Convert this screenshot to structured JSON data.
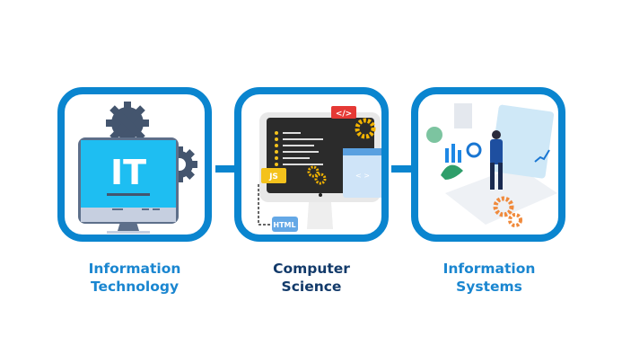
{
  "colors": {
    "accent": "#0a85cf",
    "it_label": "#1a86d0",
    "cs_label": "#123a6a",
    "is_label": "#1a86d0"
  },
  "items": [
    {
      "title_line1": "Information",
      "title_line2": "Technology",
      "icon": "it-monitor-gears-icon",
      "icon_text": "IT"
    },
    {
      "title_line1": "Computer",
      "title_line2": "Science",
      "icon": "code-monitor-icon",
      "tags": [
        "</>",
        "JS",
        "HTML",
        "< >"
      ]
    },
    {
      "title_line1": "Information",
      "title_line2": "Systems",
      "icon": "analyst-dashboard-icon"
    }
  ]
}
